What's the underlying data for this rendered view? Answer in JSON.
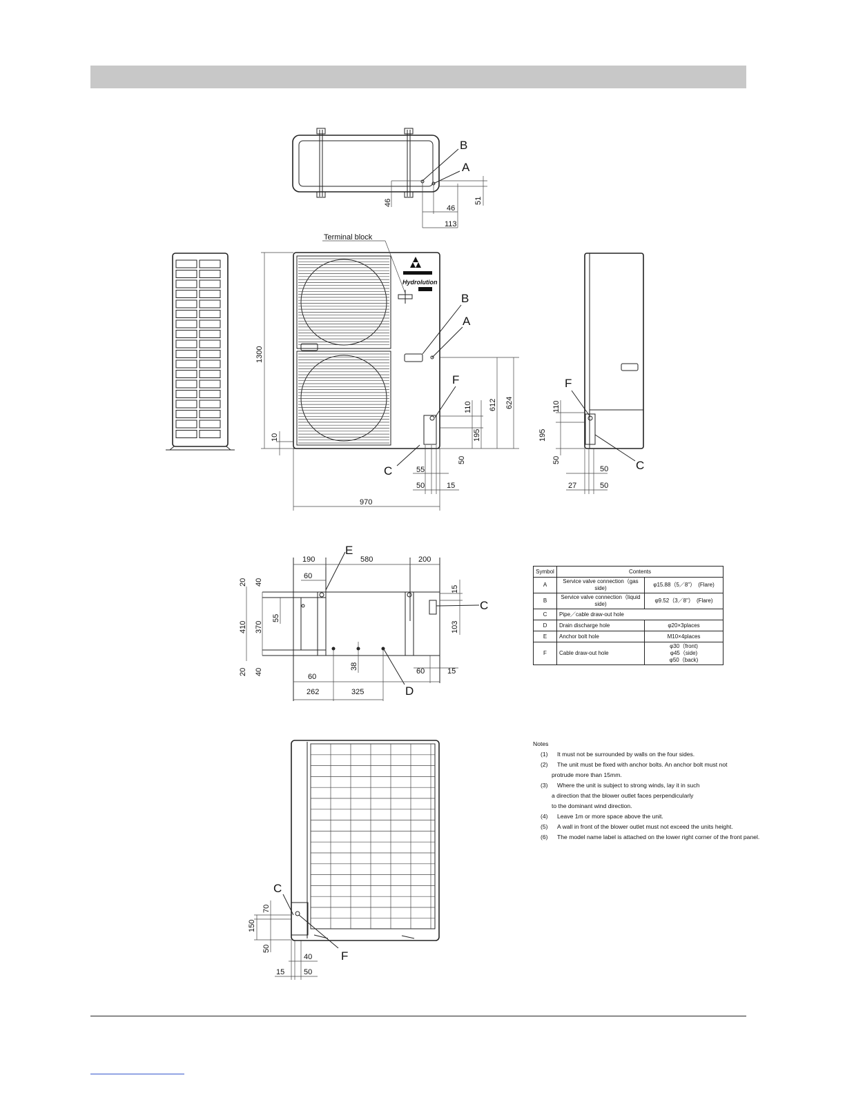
{
  "labels": {
    "terminal_block": "Terminal block",
    "A": "A",
    "B": "B",
    "C": "C",
    "D": "D",
    "E": "E",
    "F": "F"
  },
  "dims": {
    "top_46_vertical": "46",
    "top_46_horizontal": "46",
    "top_51": "51",
    "top_113": "113",
    "front_1300": "1300",
    "front_10": "10",
    "front_612": "612",
    "front_624": "624",
    "front_110": "110",
    "front_195": "195",
    "front_50_vertical": "50",
    "front_55": "55",
    "front_50_horizontal": "50",
    "front_15": "15",
    "front_970": "970",
    "side_110": "110",
    "side_195": "195",
    "side_50_vertical": "50",
    "side_50_upper": "50",
    "side_27": "27",
    "side_50_lower": "50",
    "base_190": "190",
    "base_580": "580",
    "base_200": "200",
    "base_60_top": "60",
    "base_20_top": "20",
    "base_40_top": "40",
    "base_410": "410",
    "base_370": "370",
    "base_55": "55",
    "base_20_bottom": "20",
    "base_40_bottom": "40",
    "base_60_bottom_left": "60",
    "base_38": "38",
    "base_60_bottom_right": "60",
    "base_15_bottom": "15",
    "base_262": "262",
    "base_325": "325",
    "base_15_right": "15",
    "base_103": "103",
    "rear_70": "70",
    "rear_150": "150",
    "rear_50_vertical": "50",
    "rear_40": "40",
    "rear_15": "15",
    "rear_50_horizontal": "50"
  },
  "table": {
    "headers": [
      "Symbol",
      "Contents"
    ],
    "rows": [
      {
        "symbol": "A",
        "name": "Service valve connection（gas side)",
        "spec": "φ15.88（5／8\"）　(Flare)"
      },
      {
        "symbol": "B",
        "name": "Service valve connection（liquid side)",
        "spec": "φ9.52（3／8\"）　(Flare)"
      },
      {
        "symbol": "C",
        "name": "Pipe／cable draw-out hole",
        "spec": ""
      },
      {
        "symbol": "D",
        "name": "Drain discharge hole",
        "spec": "φ20×3places"
      },
      {
        "symbol": "E",
        "name": "Anchor bolt hole",
        "spec": "M10×4places"
      },
      {
        "symbol": "F",
        "name": "Cable draw-out hole",
        "spec_lines": [
          "φ30（front)",
          "φ45（side)",
          "φ50（back)"
        ]
      }
    ]
  },
  "notes": {
    "title": "Notes",
    "items": [
      {
        "num": "(1)",
        "lines": [
          "It must not be surrounded by walls on the four sides."
        ]
      },
      {
        "num": "(2)",
        "lines": [
          "The unit must be fixed with anchor bolts. An anchor bolt must not",
          "protrude more than 15mm."
        ]
      },
      {
        "num": "(3)",
        "lines": [
          "Where the unit is subject to strong winds, lay it in such",
          "a direction that the blower outlet faces perpendicularly",
          "to the dominant wind direction."
        ]
      },
      {
        "num": "(4)",
        "lines": [
          "Leave 1m or more space above the unit."
        ]
      },
      {
        "num": "(5)",
        "lines": [
          "A wall in front of the blower outlet must not exceed the units height."
        ]
      },
      {
        "num": "(6)",
        "lines": [
          "The model name label is attached on the lower right corner of the front panel."
        ]
      }
    ]
  },
  "logo": {
    "text": "Hydrolution"
  }
}
